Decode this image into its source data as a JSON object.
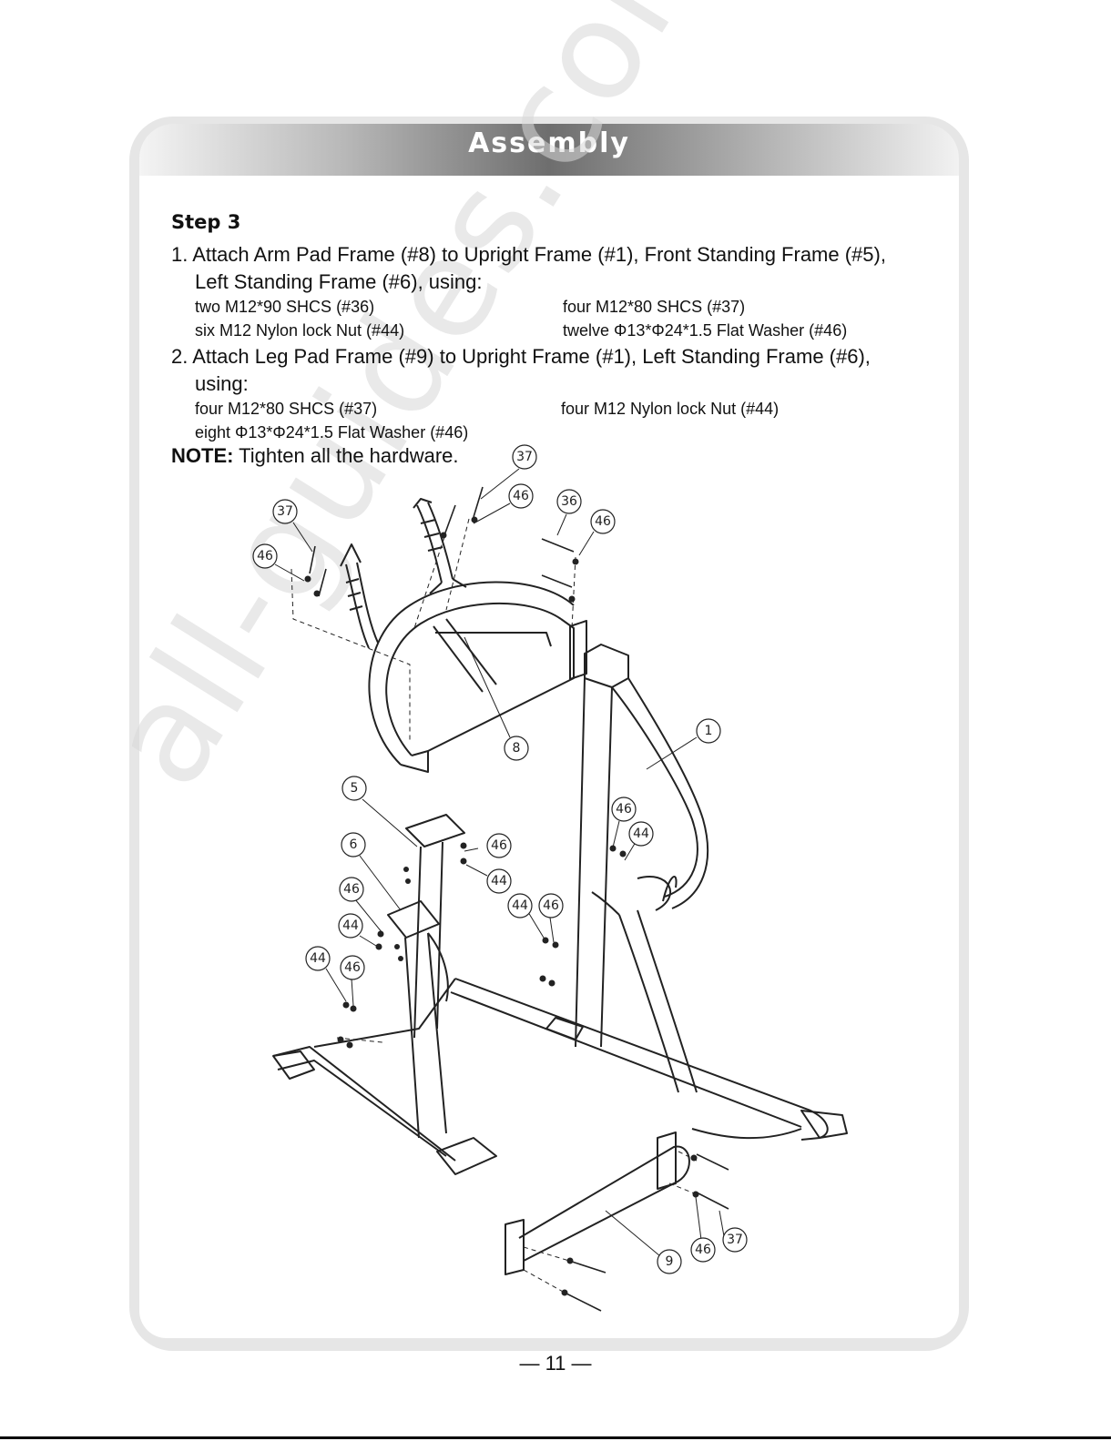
{
  "header": {
    "title": "Assembly"
  },
  "step": {
    "title": "Step 3"
  },
  "instructions": [
    {
      "line1": "1. Attach Arm Pad Frame (#8) to Upright Frame (#1), Front Standing Frame (#5),",
      "line2": "Left Standing Frame (#6), using:",
      "hardware_left": [
        "two M12*90 SHCS (#36)",
        "six M12 Nylon lock Nut (#44)"
      ],
      "hardware_right": [
        "four M12*80 SHCS (#37)",
        "twelve Φ13*Φ24*1.5 Flat Washer (#46)"
      ]
    },
    {
      "line1": "2. Attach Leg Pad Frame (#9) to Upright Frame (#1), Left Standing Frame (#6),",
      "line2": "using:",
      "hardware_left": [
        "four M12*80 SHCS (#37)",
        "eight Φ13*Φ24*1.5 Flat Washer (#46)"
      ],
      "hardware_right": [
        "four M12 Nylon lock Nut (#44)"
      ]
    }
  ],
  "note": {
    "label": "NOTE:",
    "text": "Tighten all the hardware."
  },
  "callouts": [
    "37",
    "46",
    "36",
    "46",
    "37",
    "46",
    "8",
    "1",
    "5",
    "6",
    "46",
    "44",
    "46",
    "44",
    "46",
    "44",
    "44",
    "46",
    "44",
    "46",
    "9",
    "46",
    "37"
  ],
  "watermark": "all-guides.com",
  "page_number": "— 11 —"
}
